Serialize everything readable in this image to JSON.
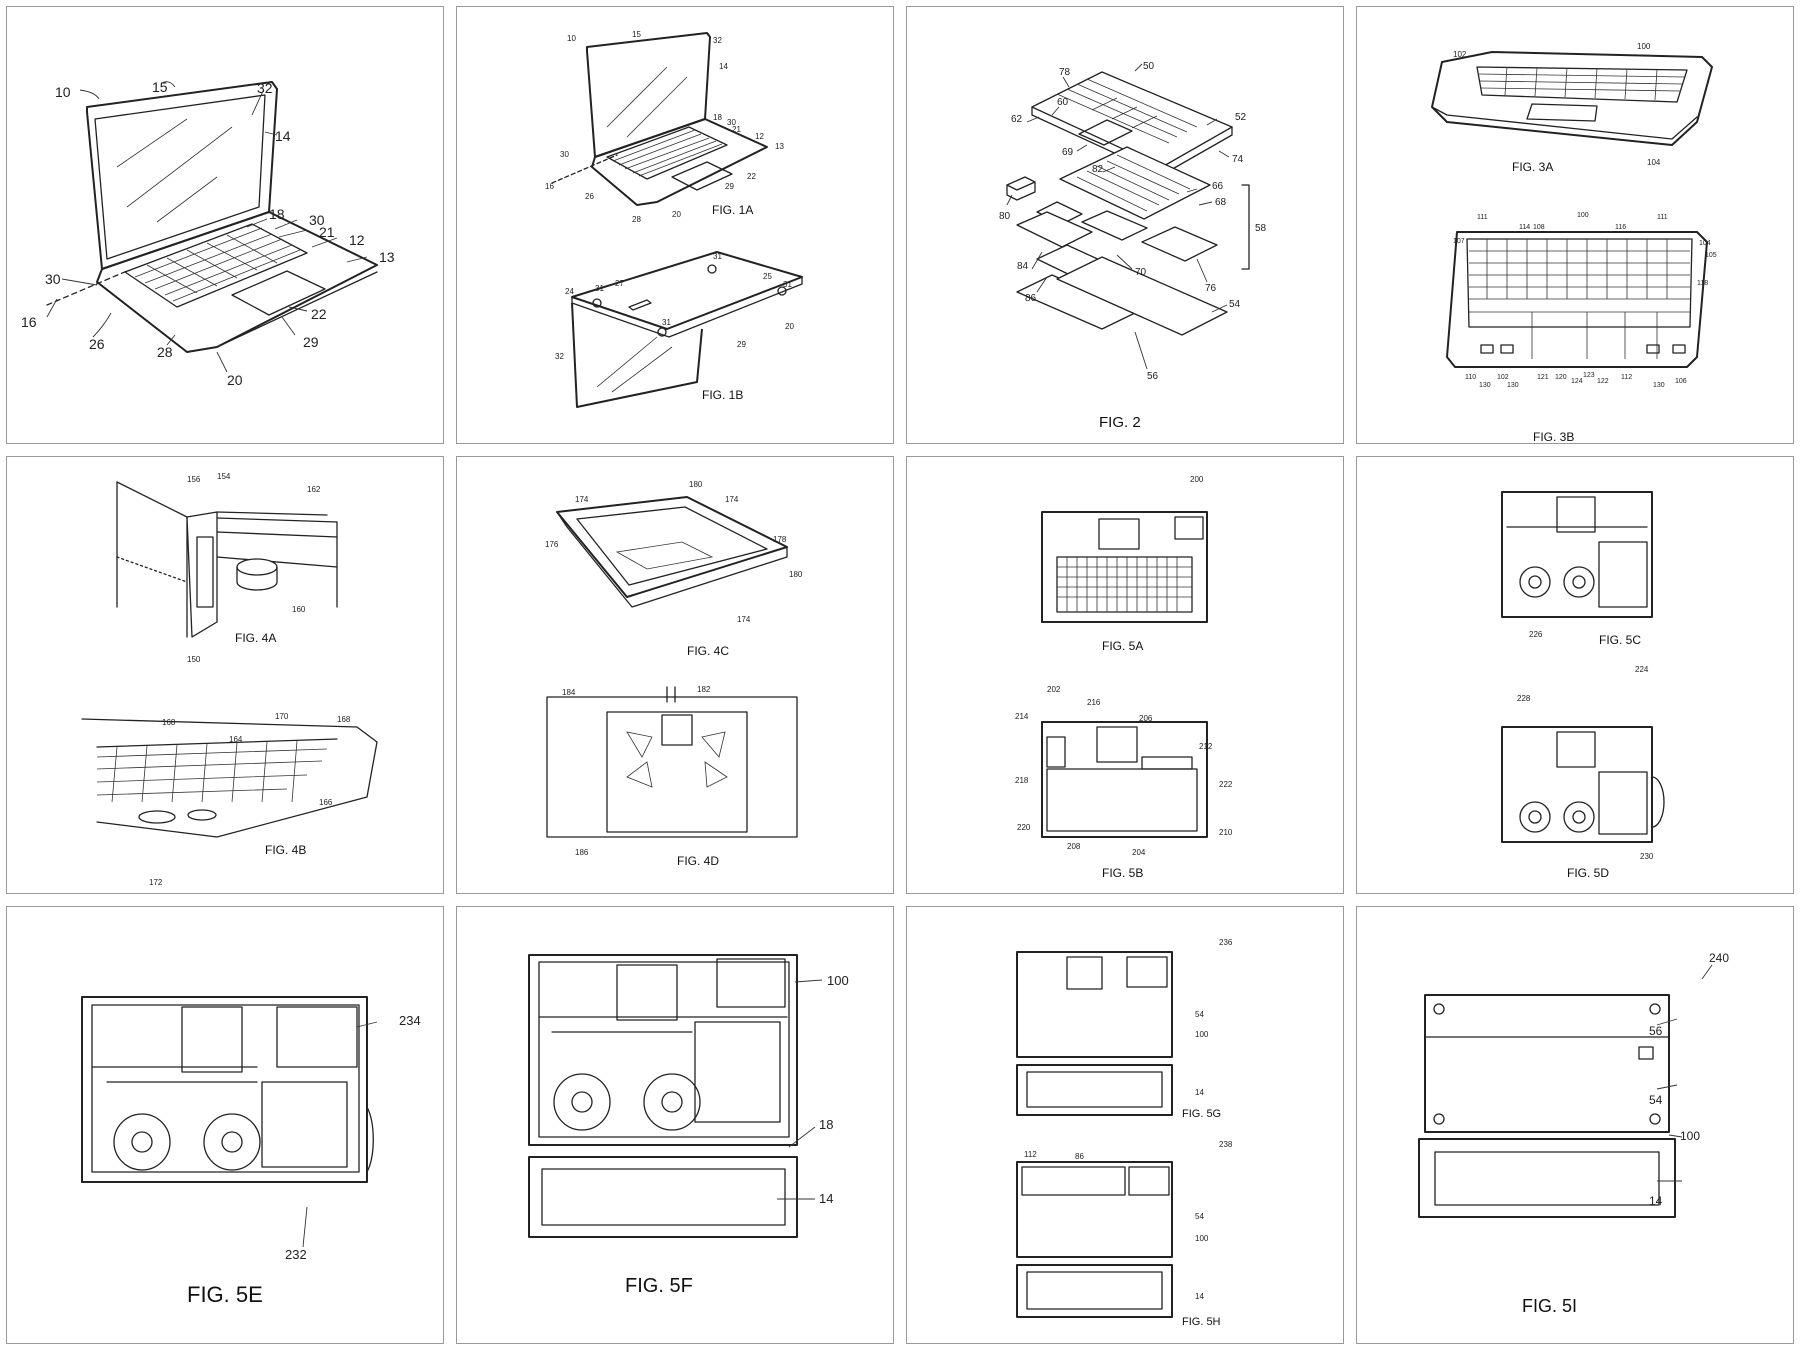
{
  "figures": {
    "fig1": {
      "caption": "",
      "refs": [
        "10",
        "15",
        "32",
        "14",
        "18",
        "30",
        "21",
        "12",
        "13",
        "30",
        "16",
        "26",
        "28",
        "20",
        "22",
        "29"
      ]
    },
    "fig1a": {
      "caption": "FIG. 1A",
      "refs": [
        "10",
        "15",
        "32",
        "14",
        "18",
        "30",
        "21",
        "12",
        "13",
        "30",
        "16",
        "26",
        "28",
        "20",
        "29",
        "22"
      ]
    },
    "fig1b": {
      "caption": "FIG. 1B",
      "refs": [
        "31",
        "25",
        "31",
        "24",
        "31",
        "27",
        "31",
        "32",
        "29",
        "20"
      ]
    },
    "fig2": {
      "caption": "FIG. 2",
      "refs": [
        "78",
        "50",
        "60",
        "52",
        "62",
        "69",
        "74",
        "82",
        "66",
        "80",
        "68",
        "58",
        "84",
        "70",
        "76",
        "86",
        "54",
        "56"
      ]
    },
    "fig3a": {
      "caption": "FIG. 3A",
      "refs": [
        "102",
        "100",
        "104"
      ]
    },
    "fig3b": {
      "caption": "FIG. 3B",
      "refs": [
        "111",
        "114",
        "108",
        "100",
        "116",
        "111",
        "107",
        "104",
        "105",
        "118",
        "110",
        "130",
        "102",
        "130",
        "121",
        "120",
        "124",
        "123",
        "122",
        "112",
        "130",
        "106"
      ]
    },
    "fig4a": {
      "caption": "FIG. 4A",
      "refs": [
        "156",
        "154",
        "162",
        "160",
        "150"
      ]
    },
    "fig4b": {
      "caption": "FIG. 4B",
      "refs": [
        "168",
        "164",
        "170",
        "168",
        "166",
        "172"
      ]
    },
    "fig4c": {
      "caption": "FIG. 4C",
      "refs": [
        "174",
        "180",
        "174",
        "176",
        "178",
        "180",
        "174"
      ]
    },
    "fig4d": {
      "caption": "FIG. 4D",
      "refs": [
        "184",
        "182",
        "186"
      ]
    },
    "fig5a": {
      "caption": "FIG. 5A",
      "refs": [
        "200"
      ]
    },
    "fig5b": {
      "caption": "FIG. 5B",
      "refs": [
        "202",
        "216",
        "214",
        "206",
        "212",
        "218",
        "222",
        "220",
        "208",
        "204",
        "210"
      ]
    },
    "fig5c": {
      "caption": "FIG. 5C",
      "refs": [
        "226",
        "224"
      ]
    },
    "fig5d": {
      "caption": "FIG. 5D",
      "refs": [
        "228",
        "230"
      ]
    },
    "fig5e": {
      "caption": "FIG. 5E",
      "refs": [
        "234",
        "232"
      ]
    },
    "fig5f": {
      "caption": "FIG. 5F",
      "refs": [
        "100",
        "18",
        "14"
      ]
    },
    "fig5g": {
      "caption": "FIG. 5G",
      "refs": [
        "236",
        "54",
        "100",
        "14"
      ]
    },
    "fig5h": {
      "caption": "FIG. 5H",
      "refs": [
        "112",
        "86",
        "238",
        "54",
        "100",
        "14"
      ]
    },
    "fig5i": {
      "caption": "FIG. 5I",
      "refs": [
        "240",
        "56",
        "54",
        "100",
        "14"
      ]
    }
  },
  "colors": {
    "line": "#222222",
    "border": "#9a9a9a",
    "background": "#ffffff"
  }
}
